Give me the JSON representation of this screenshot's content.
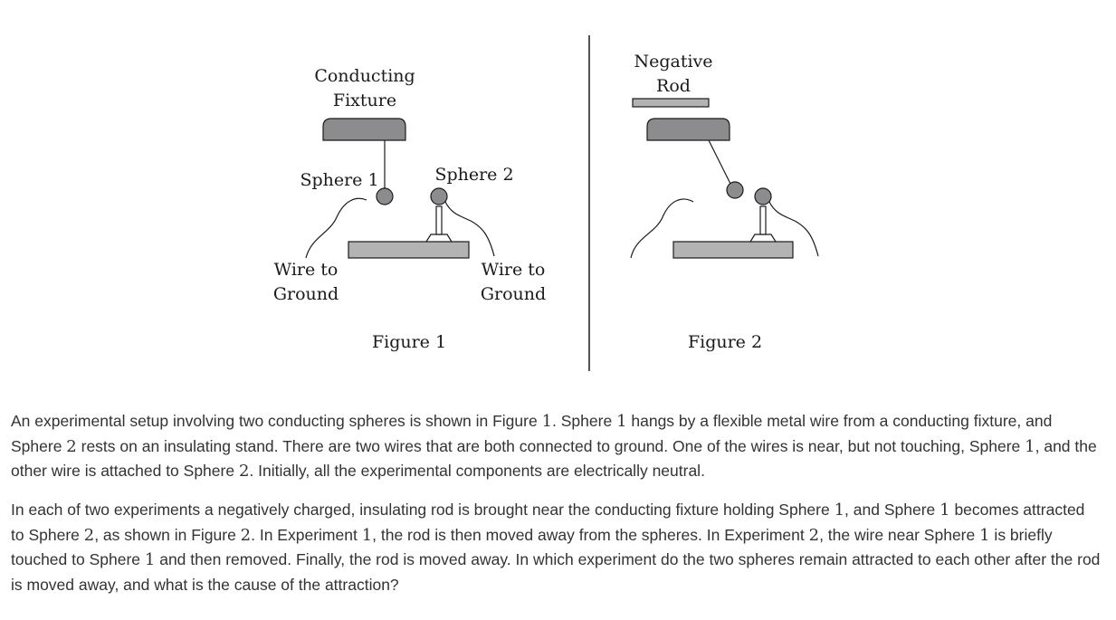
{
  "figure1": {
    "fixture_label_line1": "Conducting",
    "fixture_label_line2": "Fixture",
    "sphere1_label": "Sphere 1",
    "sphere2_label": "Sphere 2",
    "wire_left_line1": "Wire to",
    "wire_left_line2": "Ground",
    "wire_right_line1": "Wire to",
    "wire_right_line2": "Ground",
    "caption": "Figure 1"
  },
  "figure2": {
    "rod_label_line1": "Negative",
    "rod_label_line2": "Rod",
    "caption": "Figure 2"
  },
  "paragraph1": {
    "t1": "An experimental setup involving two conducting spheres is shown in Figure ",
    "n1": "1",
    "t2": ". Sphere ",
    "n2": "1",
    "t3": " hangs by a flexible metal wire from a conducting fixture, and Sphere ",
    "n3": "2",
    "t4": " rests on an insulating stand. There are two wires that are both connected to ground. One of the wires is near, but not touching, Sphere ",
    "n4": "1",
    "t5": ", and the other wire is attached to Sphere ",
    "n5": "2",
    "t6": ". Initially, all the experimental components are electrically neutral."
  },
  "paragraph2": {
    "t1": "In each of two experiments a negatively charged, insulating rod is brought near the conducting fixture holding Sphere ",
    "n1": "1",
    "t2": ", and Sphere ",
    "n2": "1",
    "t3": " becomes attracted to Sphere ",
    "n3": "2",
    "t4": ", as shown in Figure ",
    "n4": "2",
    "t5": ". In Experiment ",
    "n5": "1",
    "t6": ", the rod is then moved away from the spheres. In Experiment ",
    "n6": "2",
    "t7": ", the wire near Sphere ",
    "n7": "1",
    "t8": " is briefly touched to Sphere ",
    "n8": "1",
    "t9": " and then removed. Finally, the rod is moved away. In which experiment do the two spheres remain attracted to each other after the rod is moved away, and what is the cause of the attraction?"
  },
  "colors": {
    "dark_gray_fill": "#8c8c8e",
    "light_gray_fill": "#b3b3b3",
    "stroke": "#1a1a1a"
  }
}
